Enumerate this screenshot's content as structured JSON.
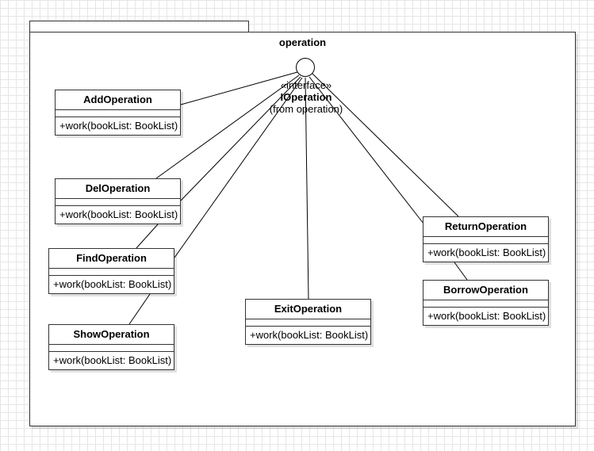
{
  "package": {
    "name": "operation"
  },
  "interface": {
    "stereotype": "«interface»",
    "name": "IOperation",
    "from": "(from operation)"
  },
  "classes": {
    "add": {
      "name": "AddOperation",
      "operation": "+work(bookList: BookList)"
    },
    "del": {
      "name": "DelOperation",
      "operation": "+work(bookList: BookList)"
    },
    "find": {
      "name": "FindOperation",
      "operation": "+work(bookList: BookList)"
    },
    "show": {
      "name": "ShowOperation",
      "operation": "+work(bookList: BookList)"
    },
    "exit": {
      "name": "ExitOperation",
      "operation": "+work(bookList: BookList)"
    },
    "return": {
      "name": "ReturnOperation",
      "operation": "+work(bookList: BookList)"
    },
    "borrow": {
      "name": "BorrowOperation",
      "operation": "+work(bookList: BookList)"
    }
  },
  "colors": {
    "line": "#000000",
    "border": "#333333",
    "background": "#ffffff"
  }
}
